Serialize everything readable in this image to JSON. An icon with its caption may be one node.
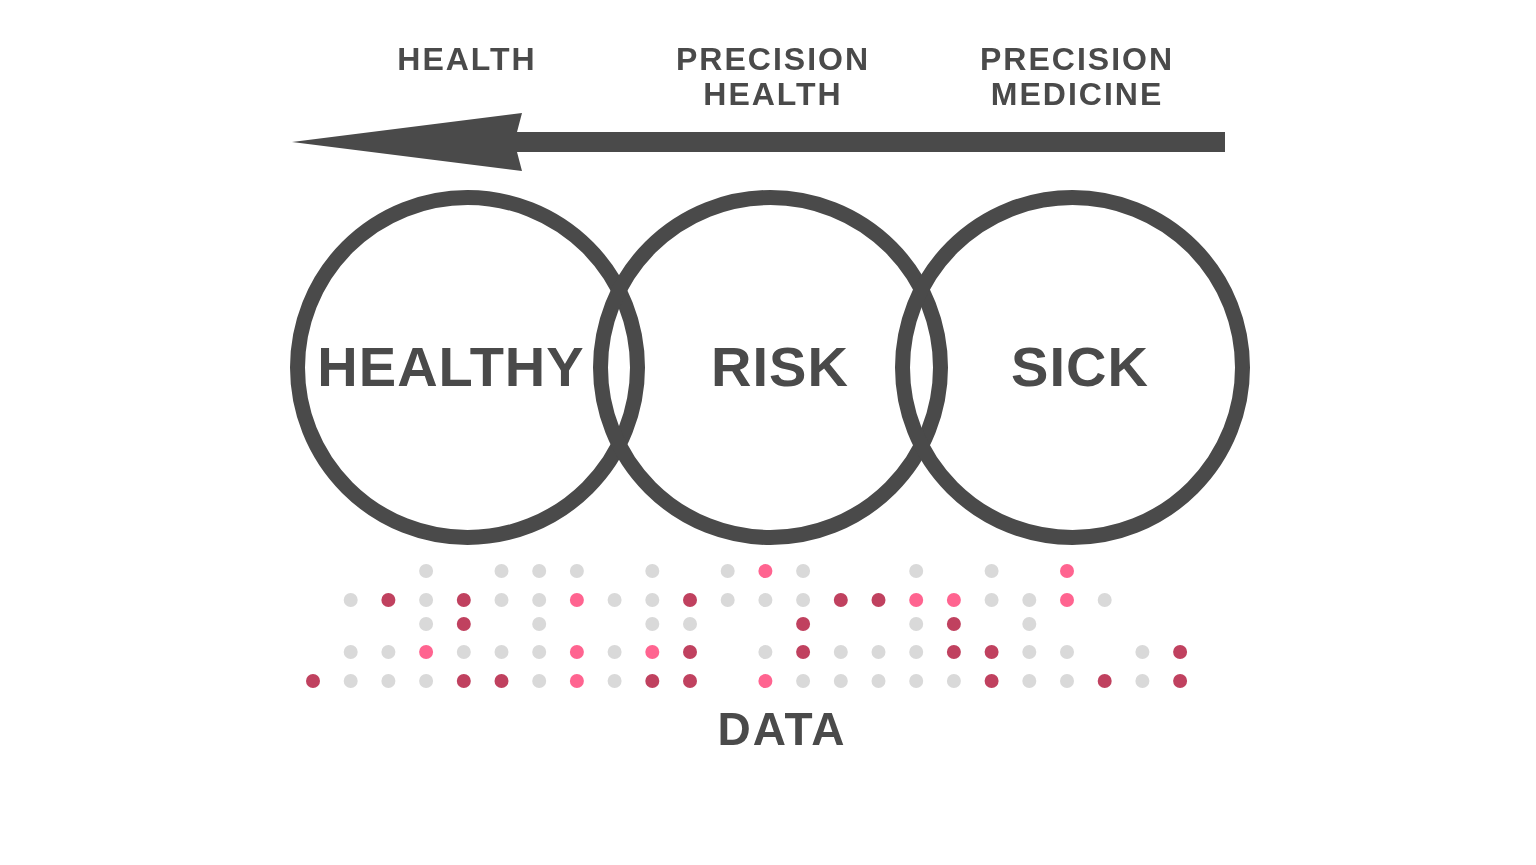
{
  "diagram": {
    "nodes": [
      {
        "text": [
          "HEALTHY"
        ]
      },
      {
        "text": [
          "RISK"
        ]
      },
      {
        "text": [
          "SICK"
        ]
      }
    ],
    "labels": [
      "HEALTH",
      "PRECISION HEALTH",
      "PRECISION MEDICINE",
      "DATA"
    ]
  }
}
